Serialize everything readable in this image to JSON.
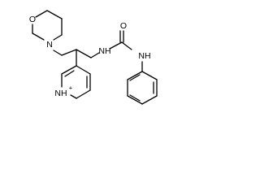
{
  "molecule": {
    "atoms": {
      "morpholine_o": "O",
      "morpholine_n": "N",
      "amide_o": "O",
      "amide_nh": "NH",
      "phenyl_nh": "NH",
      "pyridinium_nh": "NH",
      "pyridinium_charge": "+"
    }
  },
  "colors": {
    "bond": "#000000",
    "label": "#000000",
    "background": "#ffffff"
  }
}
